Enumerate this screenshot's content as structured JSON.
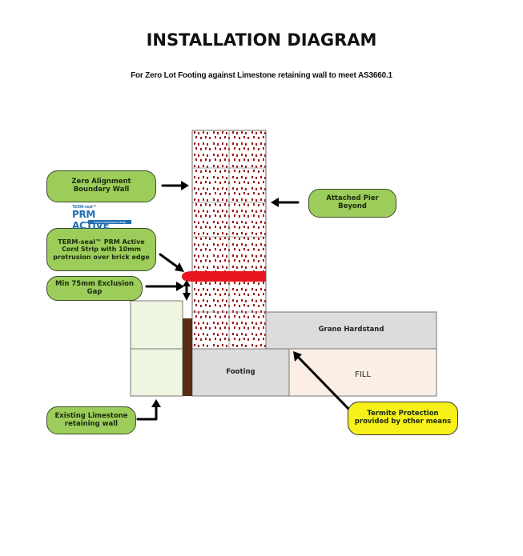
{
  "title": "INSTALLATION DIAGRAM",
  "subtitle": "For Zero Lot Footing against Limestone retaining wall to meet AS3660.1",
  "callouts": {
    "zero_alignment": "Zero Alignment Boundary Wall",
    "attached_pier": "Attached Pier Beyond",
    "term_seal": "TERM-seal™ PRM Active Cord Strip with 10mm protrusion over brick edge",
    "exclusion_gap": "Min 75mm Exclusion Gap",
    "limestone": "Existing Limestone retaining wall",
    "termite": "Termite Protection provided by other means"
  },
  "labels": {
    "hardstand": "Grano Hardstand",
    "footing": "Footing",
    "fill": "FILL"
  },
  "logo": {
    "top": "TERM-seal™",
    "main": "PRM ACTIVE",
    "sub": "Cord & Exclusion Strip"
  },
  "colors": {
    "callout_green": "#9ccd5a",
    "callout_yellow": "#f7f01a",
    "cord_red": "#e8141e",
    "brick_red": "#9b1b1b",
    "limestone_block": "#eef5e0",
    "footing_grey": "#dcdcdc",
    "fill_peach": "#fbeee4",
    "retaining_brown": "#5a2e12"
  }
}
